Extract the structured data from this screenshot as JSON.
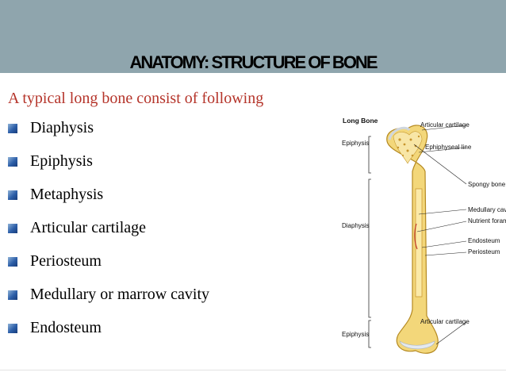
{
  "slide": {
    "title": "ANATOMY: STRUCTURE OF BONE",
    "subtitle": "A typical long bone consist of following",
    "bullets": [
      "Diaphysis",
      "Epiphysis",
      "Metaphysis",
      "Articular cartilage",
      "Periosteum",
      "Medullary or marrow cavity",
      "Endosteum"
    ]
  },
  "diagram": {
    "title": "Long Bone",
    "left_labels": {
      "epiphysis_top": "Epiphysis",
      "diaphysis": "Diaphysis",
      "epiphysis_bottom": "Epiphysis"
    },
    "right_labels": {
      "articular_cartilage_top": "Articular cartilage",
      "epiphyseal_line": "Ephiphyseal line",
      "spongy_bone": "Spongy bone",
      "medullary_cavity": "Medullary cavity",
      "nutrient_foramen": "Nutrient foramen",
      "endosteum": "Endosteum",
      "periosteum": "Periosteum",
      "articular_cartilage_bottom": "Articular cartilage"
    }
  },
  "colors": {
    "header_band": "#8fa5ad",
    "subtitle": "#b5342a",
    "bone": "#f3d77a",
    "cartilage": "#e4e9ef"
  }
}
